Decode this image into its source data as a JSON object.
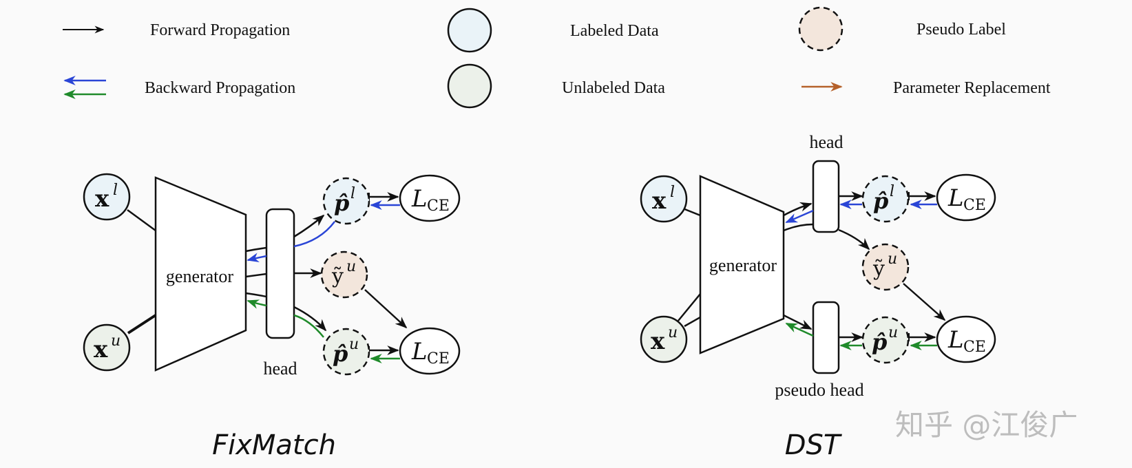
{
  "legend": {
    "forward": "Forward Propagation",
    "backward": "Backward Propagation",
    "labeled": "Labeled Data",
    "unlabeled": "Unlabeled Data",
    "pseudo_label": "Pseudo Label",
    "param_replace": "Parameter Replacement"
  },
  "colors": {
    "forward": "#111111",
    "backward_labeled": "#2a45d6",
    "backward_unlabeled": "#1f8a2a",
    "param_replace": "#b5612a",
    "labeled_fill": "#eaf3f8",
    "unlabeled_fill": "#ecf1ea",
    "pseudo_fill": "#f3e6dc"
  },
  "fixmatch": {
    "title": "FixMatch",
    "generator": "generator",
    "head": "head",
    "x_l": {
      "base": "x",
      "sup": "l"
    },
    "x_u": {
      "base": "x",
      "sup": "u"
    },
    "p_l": {
      "base": "p̂",
      "sup": "l"
    },
    "y_u": {
      "base": "ỹ",
      "sup": "u"
    },
    "p_u": {
      "base": "p̂",
      "sup": "u"
    },
    "loss": {
      "base": "L",
      "sub": "CE"
    }
  },
  "dst": {
    "title": "DST",
    "generator": "generator",
    "head": "head",
    "pseudo_head": "pseudo head",
    "x_l": {
      "base": "x",
      "sup": "l"
    },
    "x_u": {
      "base": "x",
      "sup": "u"
    },
    "p_l": {
      "base": "p̂",
      "sup": "l"
    },
    "y_u": {
      "base": "ỹ",
      "sup": "u"
    },
    "p_u": {
      "base": "p̂",
      "sup": "u"
    },
    "loss": {
      "base": "L",
      "sub": "CE"
    }
  },
  "watermark": "知乎 @江俊广"
}
